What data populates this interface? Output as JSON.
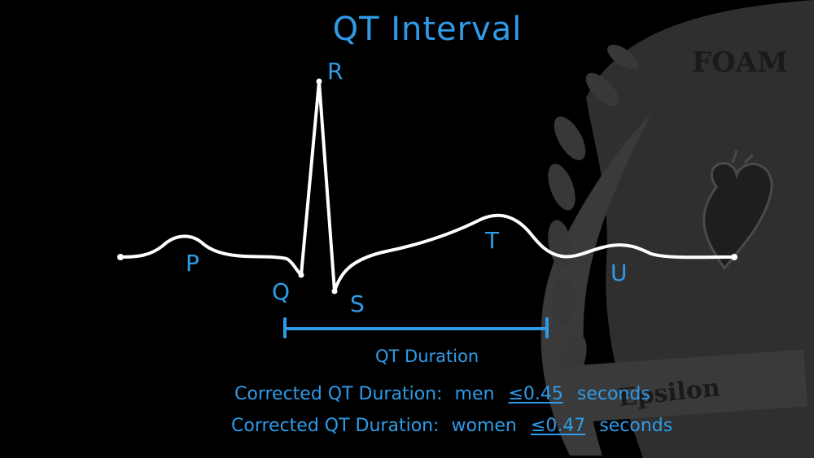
{
  "title": "QT Interval",
  "wave_labels": {
    "p": "P",
    "q": "Q",
    "r": "R",
    "s": "S",
    "t": "T",
    "u": "U"
  },
  "qt_duration_label": "QT Duration",
  "corrected": [
    {
      "prefix": "Corrected QT Duration:",
      "group": "men",
      "value": "≤0.45",
      "unit": "seconds"
    },
    {
      "prefix": "Corrected QT Duration:",
      "group": "women",
      "value": "≤0.47",
      "unit": "seconds"
    }
  ],
  "watermark": {
    "top_text": "FOAM",
    "ribbon_text": "Epsilon"
  },
  "colors": {
    "background": "#000000",
    "trace": "#ffffff",
    "label": "#2f9be8",
    "watermark": "#3a3a3a"
  }
}
